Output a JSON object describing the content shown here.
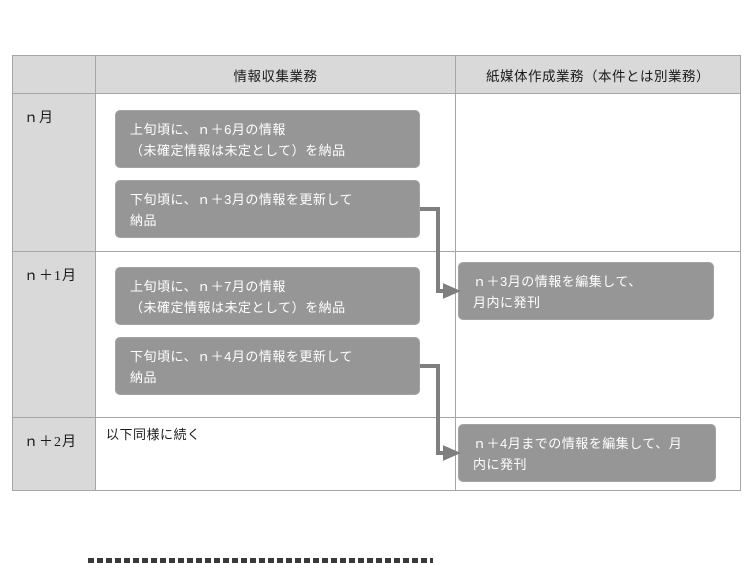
{
  "header": {
    "corner": "",
    "collection": "情報収集業務",
    "paper": "紙媒体作成業務（本件とは別業務）"
  },
  "rows": [
    {
      "label": "ｎ月",
      "box1": "上旬頃に、ｎ＋6月の情報\n（未確定情報は未定として）を納品",
      "box2": "下旬頃に、ｎ＋3月の情報を更新して\n納品"
    },
    {
      "label": "ｎ＋1月",
      "box1": "上旬頃に、ｎ＋7月の情報\n（未確定情報は未定として）を納品",
      "box2": "下旬頃に、ｎ＋4月の情報を更新して\n納品",
      "publish": "ｎ＋3月の情報を編集して、\n月内に発刊"
    },
    {
      "label": "ｎ＋2月",
      "note": "以下同様に続く",
      "publish": "ｎ＋4月までの情報を編集して、月\n内に発刊"
    }
  ],
  "colors": {
    "header_fill": "#d9d9d9",
    "box_fill": "#969696",
    "box_text": "#ffffff",
    "arrow": "#7f7f7f",
    "grid_border": "#a6a6a6"
  }
}
